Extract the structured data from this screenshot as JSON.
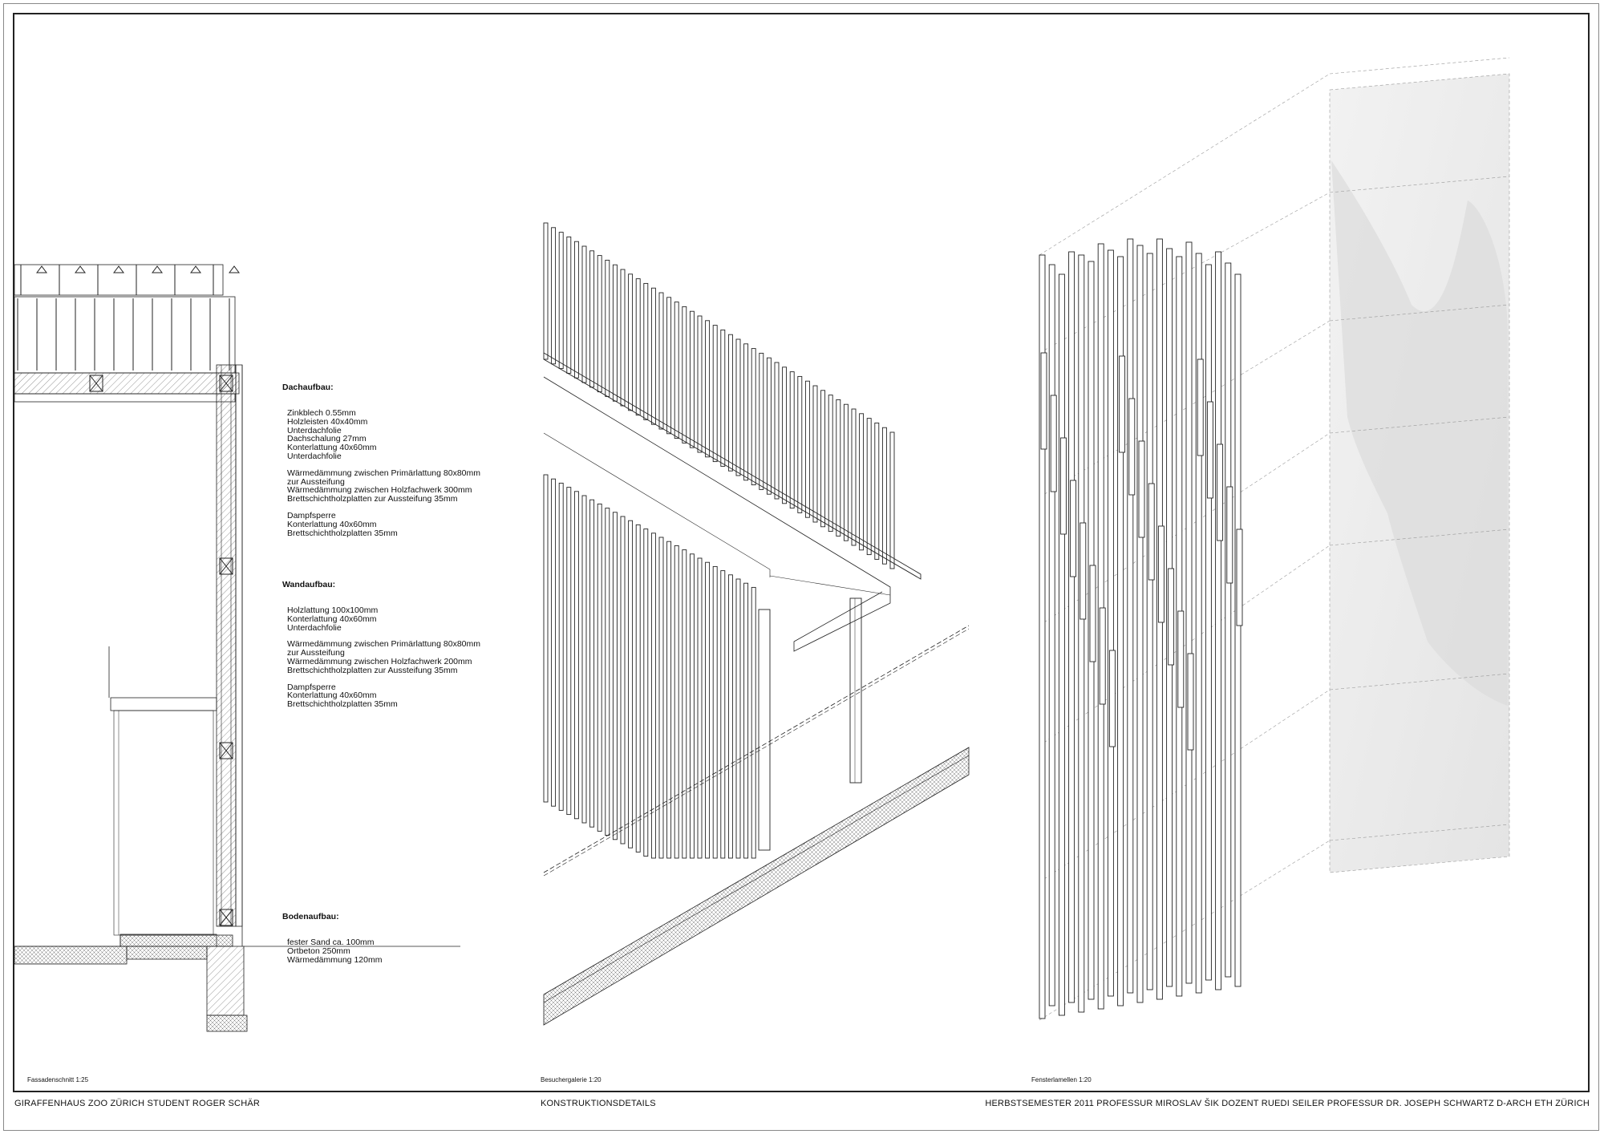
{
  "roof": {
    "title": "Dachaufbau:",
    "lines": [
      "Zinkblech 0.55mm",
      "Holzleisten 40x40mm",
      "Unterdachfolie",
      "Dachschalung 27mm",
      "Konterlattung 40x60mm",
      "Unterdachfolie",
      "",
      "Wärmedämmung zwischen Primärlattung 80x80mm",
      "zur Aussteifung",
      "Wärmedämmung zwischen Holzfachwerk 300mm",
      "Brettschichtholzplatten zur Aussteifung 35mm",
      "",
      "Dampfsperre",
      "Konterlattung 40x60mm",
      "Brettschichtholzplatten 35mm"
    ]
  },
  "wall": {
    "title": "Wandaufbau:",
    "lines": [
      "Holzlattung 100x100mm",
      "Konterlattung 40x60mm",
      "Unterdachfolie",
      "",
      "Wärmedämmung zwischen Primärlattung 80x80mm",
      "zur Aussteifung",
      "Wärmedämmung zwischen Holzfachwerk 200mm",
      "Brettschichtholzplatten zur Aussteifung 35mm",
      "",
      "Dampfsperre",
      "Konterlattung 40x60mm",
      "Brettschichtholzplatten 35mm"
    ]
  },
  "floor": {
    "title": "Bodenaufbau:",
    "lines": [
      "fester Sand ca. 100mm",
      "Ortbeton 250mm",
      "Wärmedämmung 120mm"
    ]
  },
  "captions": {
    "facade": "Fassadenschnitt 1:25",
    "gallery": "Besuchergalerie 1:20",
    "slats": "Fensterlamellen 1:20"
  },
  "footer": {
    "left": "GIRAFFENHAUS ZOO ZÜRICH   STUDENT ROGER SCHÄR",
    "center": "KONSTRUKTIONSDETAILS",
    "right": "HERBSTSEMESTER 2011   PROFESSUR MIROSLAV ŠIK   DOZENT RUEDI SEILER   PROFESSUR DR. JOSEPH SCHWARTZ   D-ARCH   ETH ZÜRICH"
  }
}
